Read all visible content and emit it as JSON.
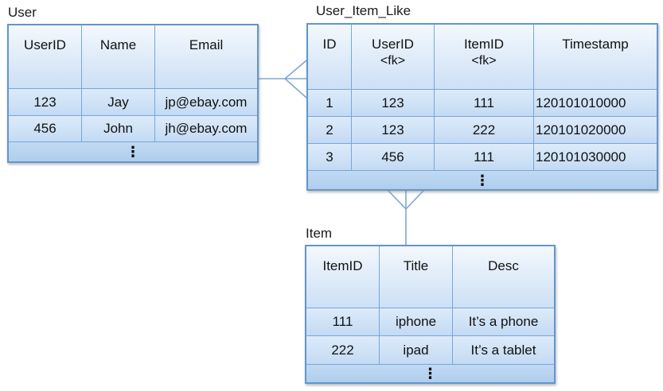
{
  "diagram": {
    "tables": [
      {
        "title": "User",
        "columns": [
          {
            "label": "UserID",
            "sub": ""
          },
          {
            "label": "Name",
            "sub": ""
          },
          {
            "label": "Email",
            "sub": ""
          }
        ],
        "rows": [
          [
            "123",
            "Jay",
            "jp@ebay.com"
          ],
          [
            "456",
            "John",
            "jh@ebay.com"
          ]
        ],
        "ellipsis": "⋮"
      },
      {
        "title": "User_Item_Like",
        "columns": [
          {
            "label": "ID",
            "sub": ""
          },
          {
            "label": "UserID",
            "sub": "<fk>"
          },
          {
            "label": "ItemID",
            "sub": "<fk>"
          },
          {
            "label": "Timestamp",
            "sub": ""
          }
        ],
        "rows": [
          [
            "1",
            "123",
            "111",
            "120101010000"
          ],
          [
            "2",
            "123",
            "222",
            "120101020000"
          ],
          [
            "3",
            "456",
            "111",
            "120101030000"
          ]
        ],
        "ellipsis": "⋮"
      },
      {
        "title": "Item",
        "columns": [
          {
            "label": "ItemID",
            "sub": ""
          },
          {
            "label": "Title",
            "sub": ""
          },
          {
            "label": "Desc",
            "sub": ""
          }
        ],
        "rows": [
          [
            "111",
            "iphone",
            "It’s a phone"
          ],
          [
            "222",
            "ipad",
            "It’s a tablet"
          ]
        ],
        "ellipsis": "⋮"
      }
    ],
    "relationships": [
      {
        "from": "User",
        "to": "User_Item_Like",
        "type": "one-to-many"
      },
      {
        "from": "Item",
        "to": "User_Item_Like",
        "type": "one-to-many"
      }
    ],
    "colors": {
      "outer_border": "#6396cc",
      "inner_border": "#78a6d8",
      "header_top": "#f3f8fd",
      "header_bottom": "#cde0f5",
      "row_top": "#dcebfa",
      "row_bottom": "#c4daf3",
      "ellipsis_top": "#c1d9f3",
      "ellipsis_bottom": "#afceec",
      "connector": "#7fa8d2"
    }
  }
}
